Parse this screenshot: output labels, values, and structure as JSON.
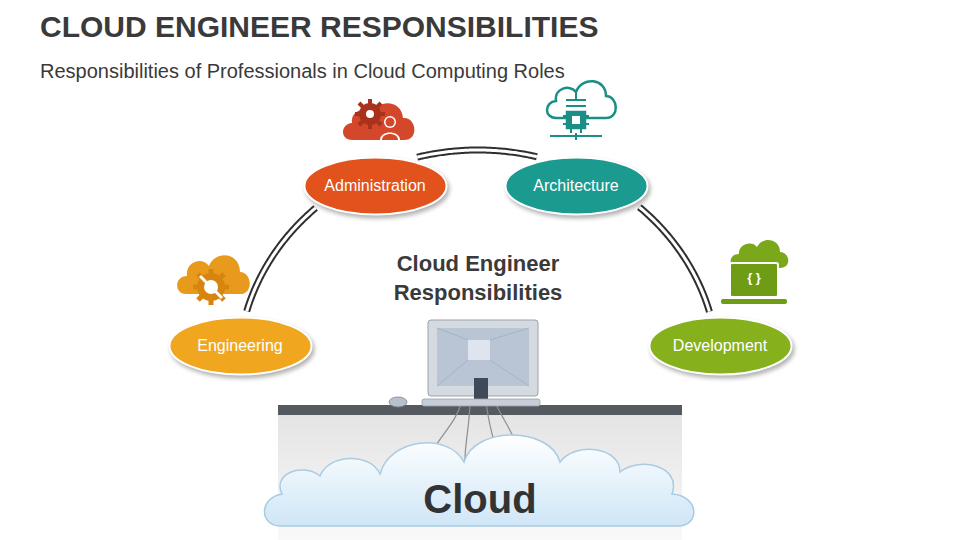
{
  "diagram": {
    "title": "CLOUD ENGINEER RESPONSIBILITIES",
    "caption": "Responsibilities of Professionals in Cloud Computing Roles",
    "nodes": [
      {
        "text": [
          "Administration"
        ]
      },
      {
        "text": [
          "Architecture"
        ]
      },
      {
        "text": [
          "Engineering"
        ]
      },
      {
        "text": [
          "Development"
        ]
      },
      {
        "text": [
          "Cloud"
        ]
      }
    ],
    "edges": [
      {
        "from": 2,
        "to": 0,
        "arrow": "none"
      },
      {
        "from": 0,
        "to": 1,
        "arrow": "none"
      },
      {
        "from": 1,
        "to": 3,
        "arrow": "none"
      }
    ],
    "labels": [
      "Cloud Engineer Responsibilities",
      "{ }"
    ]
  }
}
